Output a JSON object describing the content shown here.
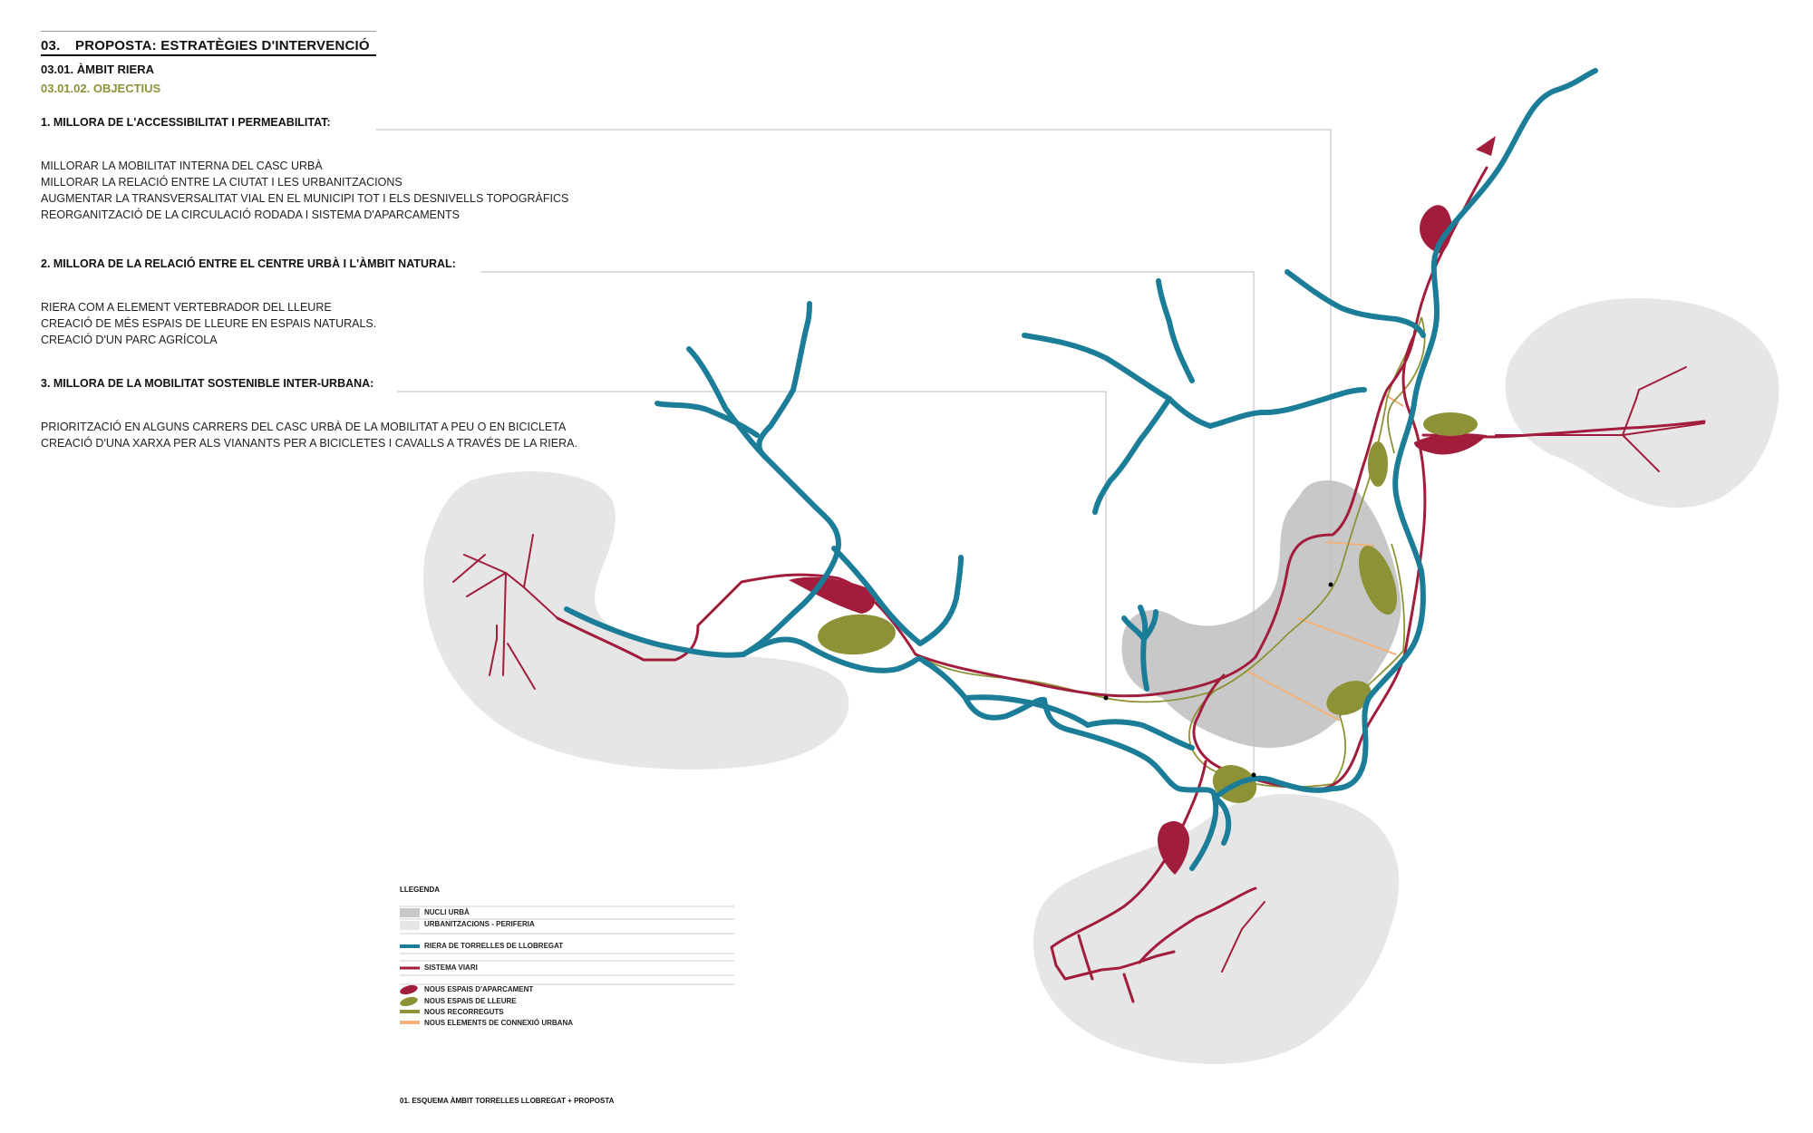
{
  "header": {
    "section_number": "03.",
    "section_title": "PROPOSTA: ESTRATÈGIES D'INTERVENCIÓ",
    "subtitle": "03.01. ÀMBIT RIERA",
    "subsubtitle": "03.01.02. OBJECTIUS"
  },
  "objectives": [
    {
      "title": "1. MILLORA DE L'ACCESSIBILITAT I PERMEABILITAT:",
      "items": [
        "MILLORAR LA MOBILITAT INTERNA DEL CASC URBÀ",
        "MILLORAR LA RELACIÓ ENTRE LA CIUTAT I LES URBANITZACIONS",
        "AUGMENTAR LA TRANSVERSALITAT VIAL EN EL MUNICIPI TOT I ELS DESNIVELLS TOPOGRÀFICS",
        "REORGANITZACIÓ DE LA CIRCULACIÓ RODADA I SISTEMA D'APARCAMENTS"
      ]
    },
    {
      "title": "2. MILLORA DE LA RELACIÓ ENTRE EL CENTRE URBÀ I L'ÀMBIT NATURAL:",
      "items": [
        "RIERA COM A ELEMENT VERTEBRADOR DEL LLEURE",
        "CREACIÓ DE MÉS ESPAIS DE LLEURE EN ESPAIS NATURALS.",
        "CREACIÓ D'UN PARC AGRÍCOLA"
      ]
    },
    {
      "title": "3. MILLORA DE LA MOBILITAT SOSTENIBLE INTER-URBANA:",
      "items": [
        "PRIORITZACIÓ EN ALGUNS CARRERS DEL CASC URBÀ DE LA MOBILITAT A PEU O EN BICICLETA",
        "CREACIÓ D'UNA XARXA PER ALS VIANANTS PER A BICICLETES I  CAVALLS A TRAVÉS DE LA RIERA."
      ]
    }
  ],
  "legend": {
    "title": "LLEGENDA",
    "items": [
      {
        "label": "NUCLI URBÀ",
        "symbol": "fill",
        "color": "#c8c8c8"
      },
      {
        "label": "URBANITZACIONS - PERIFERIA",
        "symbol": "fill",
        "color": "#e6e6e6"
      },
      {
        "label": "RIERA DE TORRELLES DE LLOBREGAT",
        "symbol": "line",
        "color": "#1b7d97"
      },
      {
        "label": "SISTEMA VIARI",
        "symbol": "line",
        "color": "#a21d3c"
      },
      {
        "label": "NOUS ESPAIS D'APARCAMENT",
        "symbol": "blob",
        "color": "#a21d3c"
      },
      {
        "label": "NOUS ESPAIS DE LLEURE",
        "symbol": "blob",
        "color": "#8e9237"
      },
      {
        "label": "NOUS RECORREGUTS",
        "symbol": "line",
        "color": "#8e9237"
      },
      {
        "label": "NOUS ELEMENTS DE CONNEXIÓ URBANA",
        "symbol": "line",
        "color": "#f2b27a"
      }
    ]
  },
  "caption": "01. ESQUEMA ÀMBIT TORRELLES LLOBREGAT + PROPOSTA",
  "colors": {
    "river": "#1b7d97",
    "road": "#a21d3c",
    "leisure": "#8e9237",
    "path": "#8e9237",
    "connection": "#f2b27a",
    "urban_core": "#c8c8c8",
    "periphery": "#e6e6e6",
    "accent_text": "#8e9237"
  }
}
